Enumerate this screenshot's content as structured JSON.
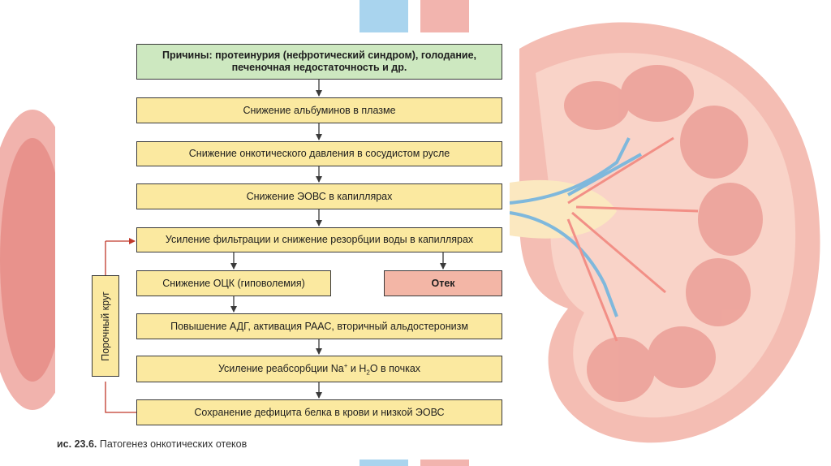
{
  "diagram": {
    "causes": "Причины: протеинурия (нефротический синдром), голодание, печеночная недостаточность и др.",
    "steps": [
      "Снижение альбуминов в плазме",
      "Снижение онкотического давления в сосудистом русле",
      "Снижение ЭОВС в капиллярах",
      "Усиление фильтрации и снижение резорбции воды в капиллярах"
    ],
    "hypovolemia": "Снижение ОЦК (гиповолемия)",
    "edema": "Отек",
    "cascade": [
      "Повышение АДГ, активация РААС, вторичный альдостеронизм",
      "Усиление реабсорбции Na+ и H2O в почках",
      "Сохранение дефицита белка в крови и низкой ЭОВС"
    ],
    "vicious_circle": "Порочный круг",
    "caption_number": "ис. 23.6.",
    "caption_text": "Патогенез онкотических отеков"
  },
  "colors": {
    "causes_box": "#cde8c0",
    "step_box": "#fbe9a0",
    "edema_box": "#f3b6a6",
    "feedback_arrow": "#c0392b",
    "kidney_cortex": "#f7c6bc",
    "kidney_medulla": "#ef9f98",
    "vessel_blue": "#7fb8dc"
  }
}
